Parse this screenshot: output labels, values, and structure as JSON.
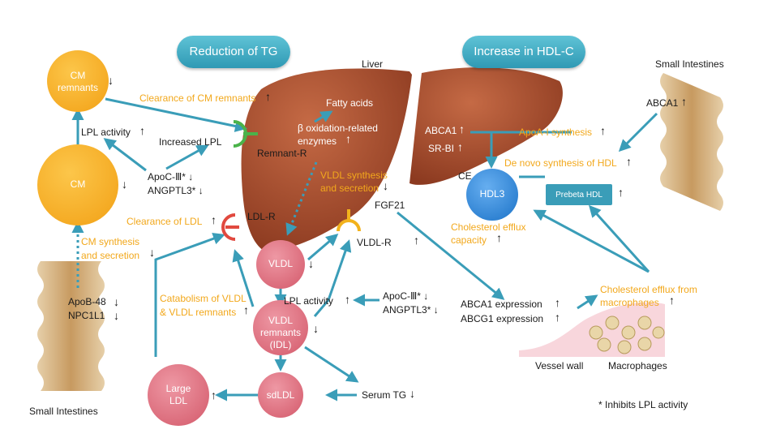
{
  "headers": {
    "reduction_tg": "Reduction of TG",
    "increase_hdl": "Increase in HDL-C"
  },
  "organs": {
    "liver": "Liver",
    "small_intestines_left": "Small Intestines",
    "small_intestines_right": "Small Intestines"
  },
  "nodes": {
    "cm_remnants": "CM remnants",
    "cm": "CM",
    "vldl": "VLDL",
    "vldl_remnants": "VLDL remnants (IDL)",
    "large_ldl": "Large LDL",
    "sdldl": "sdLDL",
    "hdl3": "HDL3",
    "prebeta_hdl": "Prebeta HDL"
  },
  "receptors": {
    "remnant_r": "Remnant-R",
    "ldl_r": "LDL-R",
    "vldl_r": "VLDL-R"
  },
  "labels": {
    "lpl_activity_top": "LPL activity",
    "increased_lpl": "Increased LPL",
    "apoc3_angptl3_left": "ApoC-Ⅲ* ↓\nANGPTL3* ↓",
    "clearance_cm": "Clearance of CM remnants",
    "fatty_acids": "Fatty acids",
    "beta_oxidation": "β oxidation-related\nenzymes",
    "vldl_synthesis": "VLDL synthesis\nand secretion",
    "fgf21": "FGF21",
    "clearance_ldl": "Clearance of LDL",
    "cm_synthesis": "CM synthesis\nand secretion",
    "apob48_npc1l1": "ApoB-48\nNPC1L1",
    "catabolism": "Catabolism of VLDL\n& VLDL remnants",
    "lpl_activity_mid": "LPL activity",
    "apoc3_angptl3_right": "ApoC-Ⅲ* ↓\nANGPTL3* ↓",
    "serum_tg": "Serum TG",
    "abca1_liver": "ABCA1",
    "srbi_liver": "SR-BI",
    "apoa1_synthesis": "ApoA-I synthesis",
    "ce": "CE",
    "abca1_intestine": "ABCA1",
    "de_novo_hdl": "De novo synthesis of HDL",
    "cholesterol_efflux_capacity": "Cholesterol efflux\ncapacity",
    "abca1_expression": "ABCA1 expression",
    "abcg1_expression": "ABCG1 expression",
    "cholesterol_efflux_macrophages": "Cholesterol efflux from\nmacrophages",
    "vessel_wall": "Vessel wall",
    "macrophages": "Macrophages"
  },
  "footnote": "* Inhibits LPL activity",
  "arrows": {
    "up": "↑",
    "down": "↓"
  },
  "colors": {
    "arrow_teal": "#3a9db8",
    "label_orange": "#f2a81c",
    "cm_yellow": "#f7b731",
    "lipoprotein_pink": "#e27d8c",
    "hdl_blue": "#3b8fd8",
    "prebeta_teal": "#3a9db8",
    "liver_brown": "#a24c2d",
    "receptor_green": "#4bb34a",
    "receptor_red": "#e1493f",
    "receptor_yellow": "#f2b21c"
  }
}
